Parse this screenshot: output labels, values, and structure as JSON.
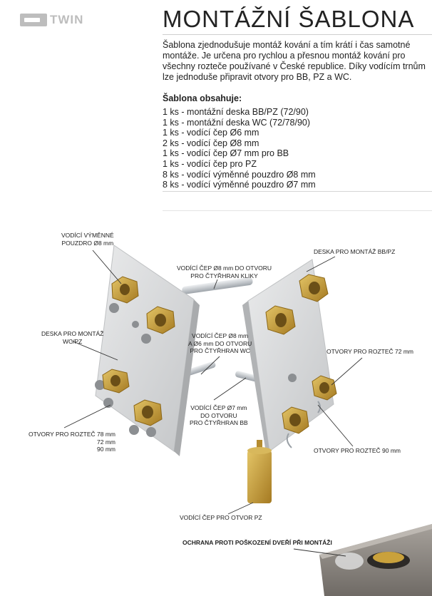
{
  "brand": {
    "name": "TWIN"
  },
  "title": "MONTÁŽNÍ ŠABLONA",
  "intro": "Šablona zjednodušuje montáž kování a tím krátí i čas samotné montáže. Je určena pro rychlou a přesnou montáž kování pro všechny rozteče používané v České republice. Díky vodícím trnům lze jednoduše připravit otvory pro BB, PZ a WC.",
  "contents": {
    "heading": "Šablona obsahuje:",
    "items": [
      "1 ks - montážní deska BB/PZ (72/90)",
      "1 ks - montážní deska WC (72/78/90)",
      "1 ks - vodící čep Ø6 mm",
      "2 ks - vodící čep Ø8 mm",
      "1 ks - vodící čep Ø7 mm pro BB",
      "1 ks - vodící čep pro PZ",
      "8 ks - vodící výměnné pouzdro Ø8 mm",
      "8 ks - vodící výměnné pouzdro Ø7 mm"
    ]
  },
  "labels": {
    "pouzdro_8": [
      "VODÍCÍ VÝMĚNNÉ",
      "POUZDRO Ø8 mm"
    ],
    "cep_8_klika": [
      "VODÍCÍ ČEP Ø8 mm DO OTVORU",
      "PRO ČTYŘHRAN KLIKY"
    ],
    "deska_bbpz": "DESKA PRO MONTÁŽ BB/PZ",
    "deska_wcpz": [
      "DESKA PRO MONTÁŽ",
      "WC/PZ"
    ],
    "cep_8_6_wc": [
      "VODÍCÍ ČEP Ø8 mm",
      "A Ø6 mm DO OTVORU",
      "PRO ČTYŘHRAN WC"
    ],
    "roztec_72": "OTVORY PRO ROZTEČ 72 mm",
    "cep_7_bb": [
      "VODÍCÍ ČEP Ø7 mm",
      "DO OTVORU",
      "PRO ČTYŘHRAN BB"
    ],
    "roztec_78": [
      "OTVORY PRO ROZTEČ 78 mm",
      "72 mm",
      "90 mm"
    ],
    "roztec_90": "OTVORY PRO ROZTEČ 90 mm",
    "cep_pz": "VODÍCÍ ČEP PRO OTVOR PZ",
    "ochrana": "OCHRANA PROTI POŠKOZENÍ DVEŘÍ PŘI MONTÁŽI"
  },
  "colors": {
    "plate": "#d9dadb",
    "brass": "#c9a03a",
    "pin": "#b9bec3",
    "door": "#8f8a85"
  }
}
